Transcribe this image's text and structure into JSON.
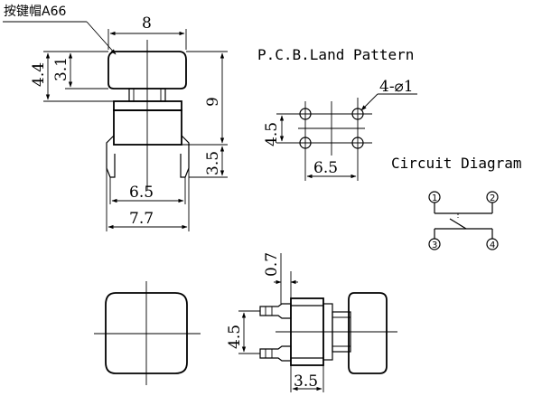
{
  "part_note": "按键帽A66",
  "pcb_title": "P.C.B.Land Pattern",
  "circuit_title": "Circuit Diagram",
  "front_view": {
    "cap_width": "8",
    "cap_height": "3.1",
    "overall_height": "4.4",
    "total_height": "9",
    "lead_length": "3.5",
    "lead_spacing": "6.5",
    "body_width": "7.7"
  },
  "land_pattern": {
    "hole_callout": "4-⌀1",
    "row_spacing": "4.5",
    "column_spacing": "6.5"
  },
  "circuit": {
    "pins": [
      "1",
      "2",
      "3",
      "4"
    ]
  },
  "side_view": {
    "lead_offset": "0.7",
    "lead_spacing": "4.5",
    "base_depth": "3.5"
  }
}
